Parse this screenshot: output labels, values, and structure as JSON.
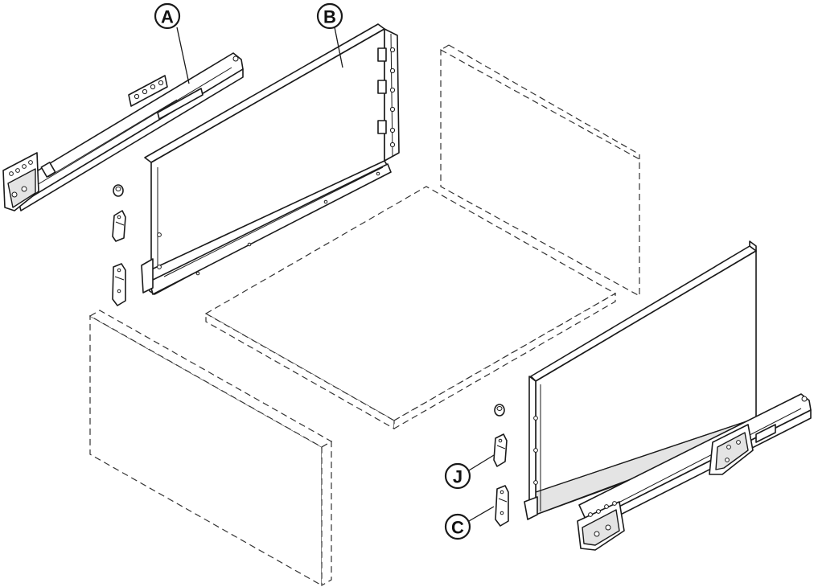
{
  "callouts": {
    "a": "A",
    "b": "B",
    "j": "J",
    "c": "C"
  }
}
